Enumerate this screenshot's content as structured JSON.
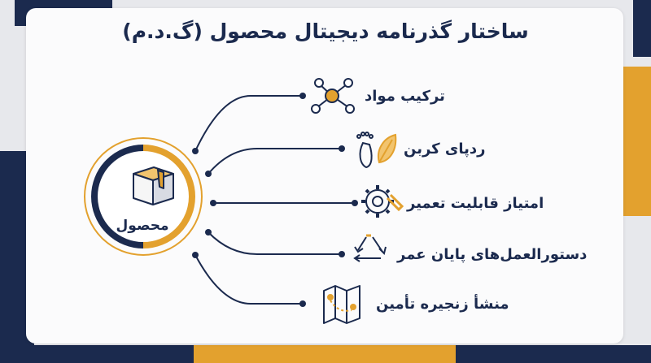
{
  "title": "ساختار گذرنامه دیجیتال محصول (گ.د.م)",
  "center": {
    "label": "محصول",
    "icon": "box-icon"
  },
  "items": [
    {
      "label": "ترکیب مواد",
      "icon": "molecule-icon"
    },
    {
      "label": "ردپای کربن",
      "icon": "footprint-leaf-icon"
    },
    {
      "label": "امتیاز قابلیت تعمیر",
      "icon": "gear-wrench-icon"
    },
    {
      "label": "دستورالعمل‌های پایان عمر",
      "icon": "recycle-icon"
    },
    {
      "label": "منشأ زنجیره تأمین",
      "icon": "map-route-icon"
    }
  ],
  "colors": {
    "navy": "#1b2a4e",
    "gold": "#e3a12e",
    "background": "#fbfbfc"
  }
}
